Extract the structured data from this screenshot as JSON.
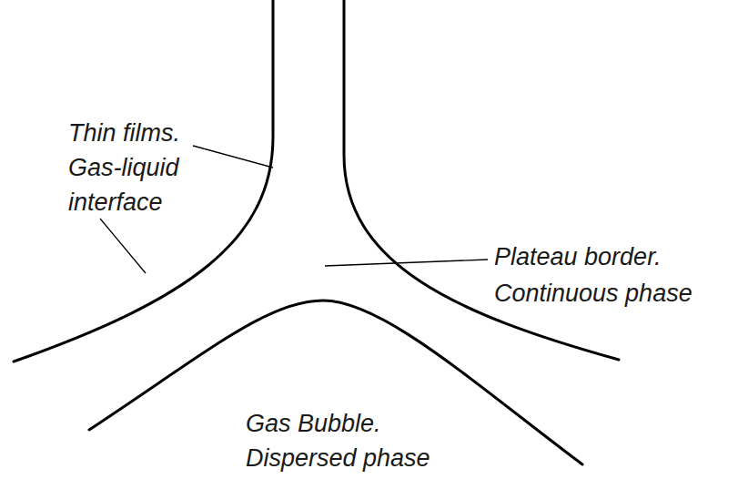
{
  "diagram": {
    "labels": [
      "Thin films. Gas-liquid interface",
      "Plateau border. Continuous phase",
      "Gas Bubble. Dispersed phase"
    ]
  }
}
